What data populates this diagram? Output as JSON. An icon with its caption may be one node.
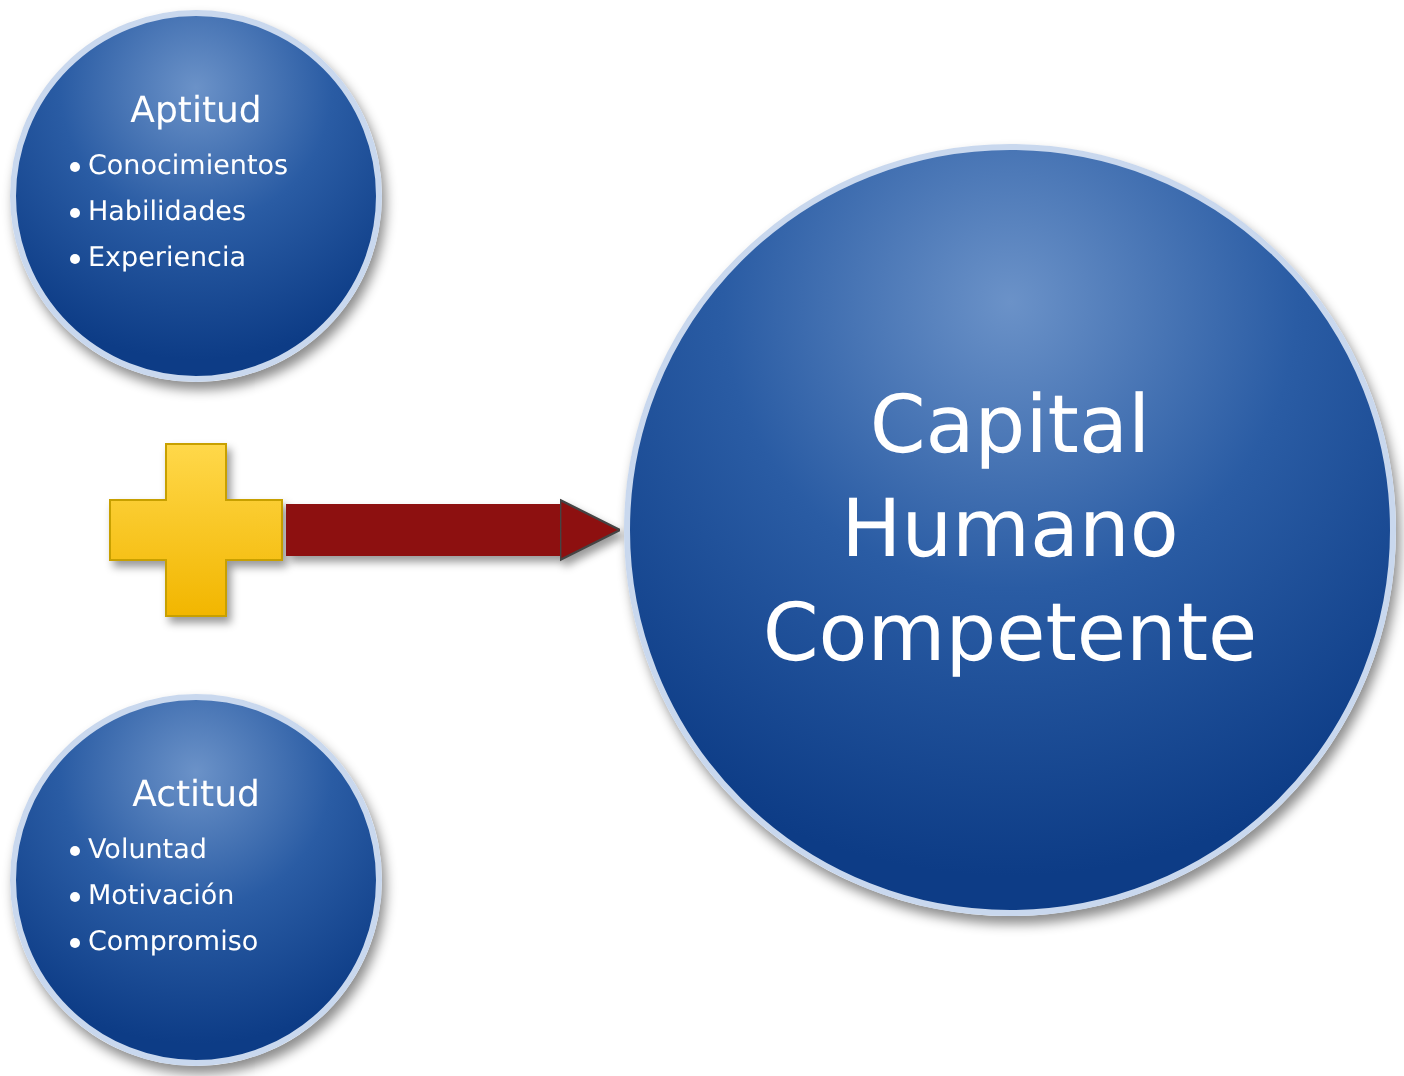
{
  "diagram": {
    "nodes": [
      {
        "text": [
          "Aptitud",
          "Conocimientos",
          "Habilidades",
          "Experiencia"
        ]
      },
      {
        "text": [],
        "shape": "cross"
      },
      {
        "text": [
          "Actitud",
          "Voluntad",
          "Motivación",
          "Compromiso"
        ]
      },
      {
        "text": [
          "Capital Humano Competente"
        ]
      }
    ],
    "edges": [
      {
        "from": 1,
        "to": 3,
        "arrow": "to"
      }
    ]
  }
}
